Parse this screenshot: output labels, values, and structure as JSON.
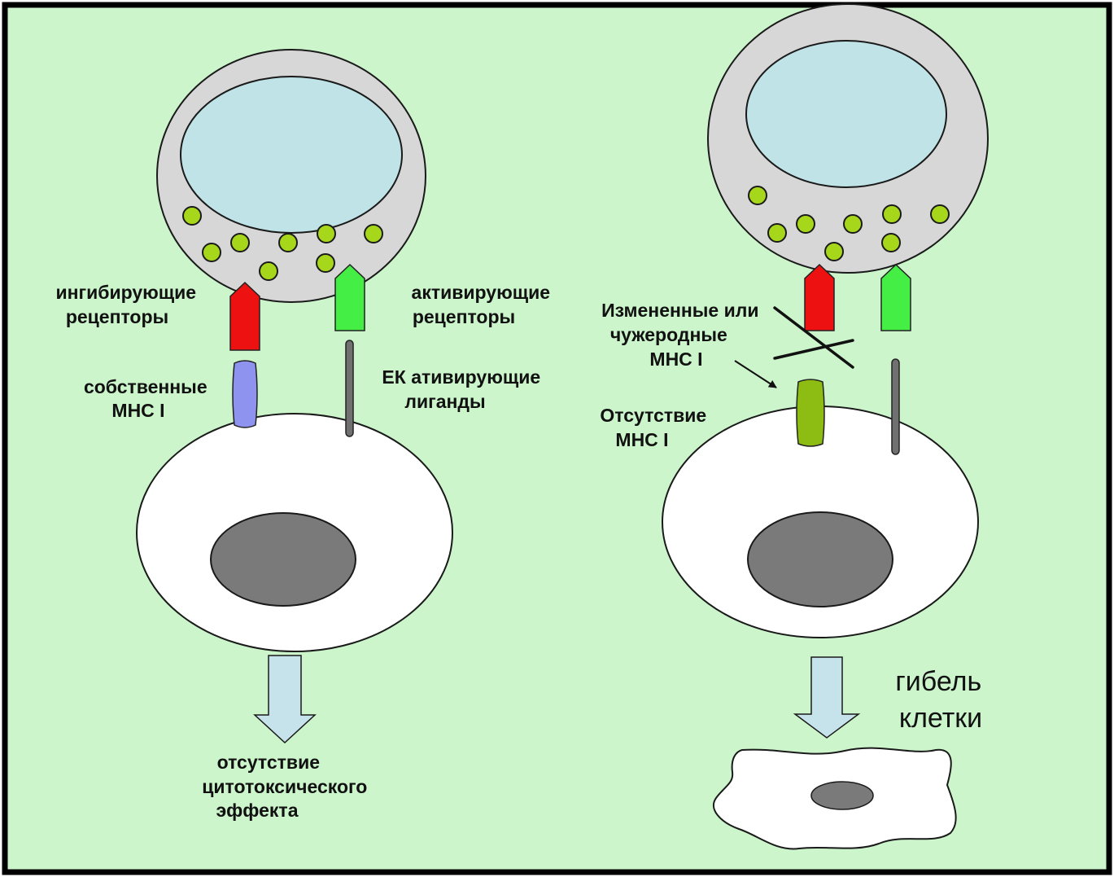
{
  "colors": {
    "background": "#ccf5cc",
    "frame": "#000000",
    "nk_cell": "#d7d7d7",
    "nk_nucleus": "#bfe3e6",
    "granule": "#a7d71a",
    "target_cell": "#ffffff",
    "target_nucleus": "#7a7a7a",
    "inhibitory_receptor": "#ee1111",
    "activating_receptor": "#44ee44",
    "self_mhc": "#8e93f0",
    "altered_mhc": "#8dbd12",
    "ligand": "#707070",
    "result_arrow": "#c6e2ea"
  },
  "icons": {
    "inhibitory_receptor": "red-pentagon-arrow",
    "activating_receptor": "green-pentagon-arrow",
    "self_mhc": "blue-barrel",
    "altered_mhc": "green-barrel",
    "ligand": "grey-rod",
    "result_arrow": "down-arrow",
    "blocked_interaction": "cross-mark"
  },
  "left_panel": {
    "inhibitory_receptors": [
      "ингибирующие",
      "рецепторы"
    ],
    "activating_receptors": [
      "активирующие",
      "рецепторы"
    ],
    "self_mhc": [
      "собственные",
      "МНС I"
    ],
    "activating_ligands": [
      "ЕК ативирующие",
      "лиганды"
    ],
    "outcome": [
      "отсутствие",
      "цитотоксического",
      "эффекта"
    ]
  },
  "right_panel": {
    "altered_mhc": [
      "Измененные или",
      "чужеродные",
      "МНС I"
    ],
    "absent_mhc": [
      "Отсутствие",
      "МНС I"
    ],
    "outcome": [
      "гибель",
      "клетки"
    ]
  }
}
